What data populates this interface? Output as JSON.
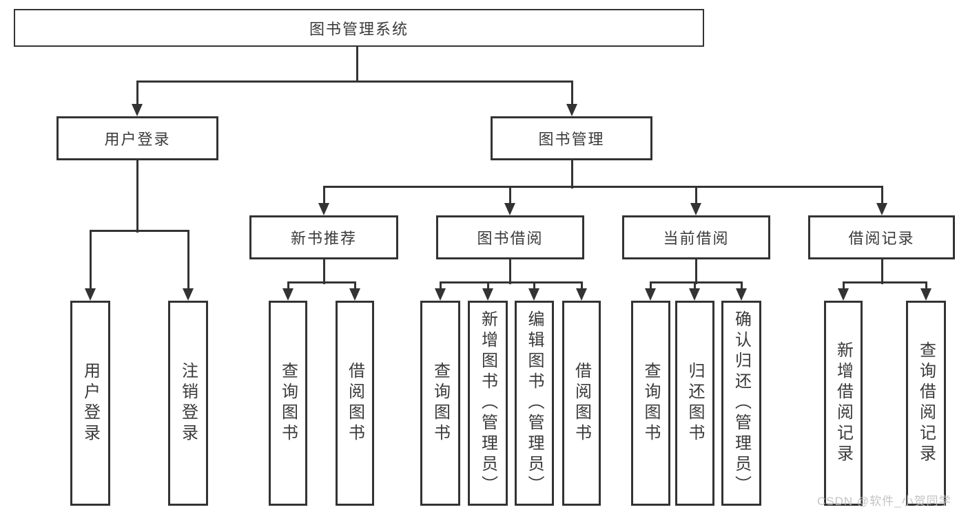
{
  "diagram": {
    "tree": {
      "label": "图书管理系统",
      "children": [
        {
          "label": "用户登录",
          "children": [
            {
              "label": "用户登录"
            },
            {
              "label": "注销登录"
            }
          ]
        },
        {
          "label": "图书管理",
          "children": [
            {
              "label": "新书推荐",
              "children": [
                {
                  "label": "查询图书"
                },
                {
                  "label": "借阅图书"
                }
              ]
            },
            {
              "label": "图书借阅",
              "children": [
                {
                  "label": "查询图书"
                },
                {
                  "label": "新增图书（管理员）"
                },
                {
                  "label": "编辑图书（管理员）"
                },
                {
                  "label": "借阅图书"
                }
              ]
            },
            {
              "label": "当前借阅",
              "children": [
                {
                  "label": "查询图书"
                },
                {
                  "label": "归还图书"
                },
                {
                  "label": "确认归还（管理员）"
                }
              ]
            },
            {
              "label": "借阅记录",
              "children": [
                {
                  "label": "新增借阅记录"
                },
                {
                  "label": "查询借阅记录"
                }
              ]
            }
          ]
        }
      ]
    },
    "colors": {
      "line": "#333333",
      "text": "#3a3a3a",
      "box_background": "#ffffff",
      "page_background": "#ffffff",
      "watermark": "#bdbdbd"
    }
  },
  "watermark": "CSDN @软件_小贺同学"
}
